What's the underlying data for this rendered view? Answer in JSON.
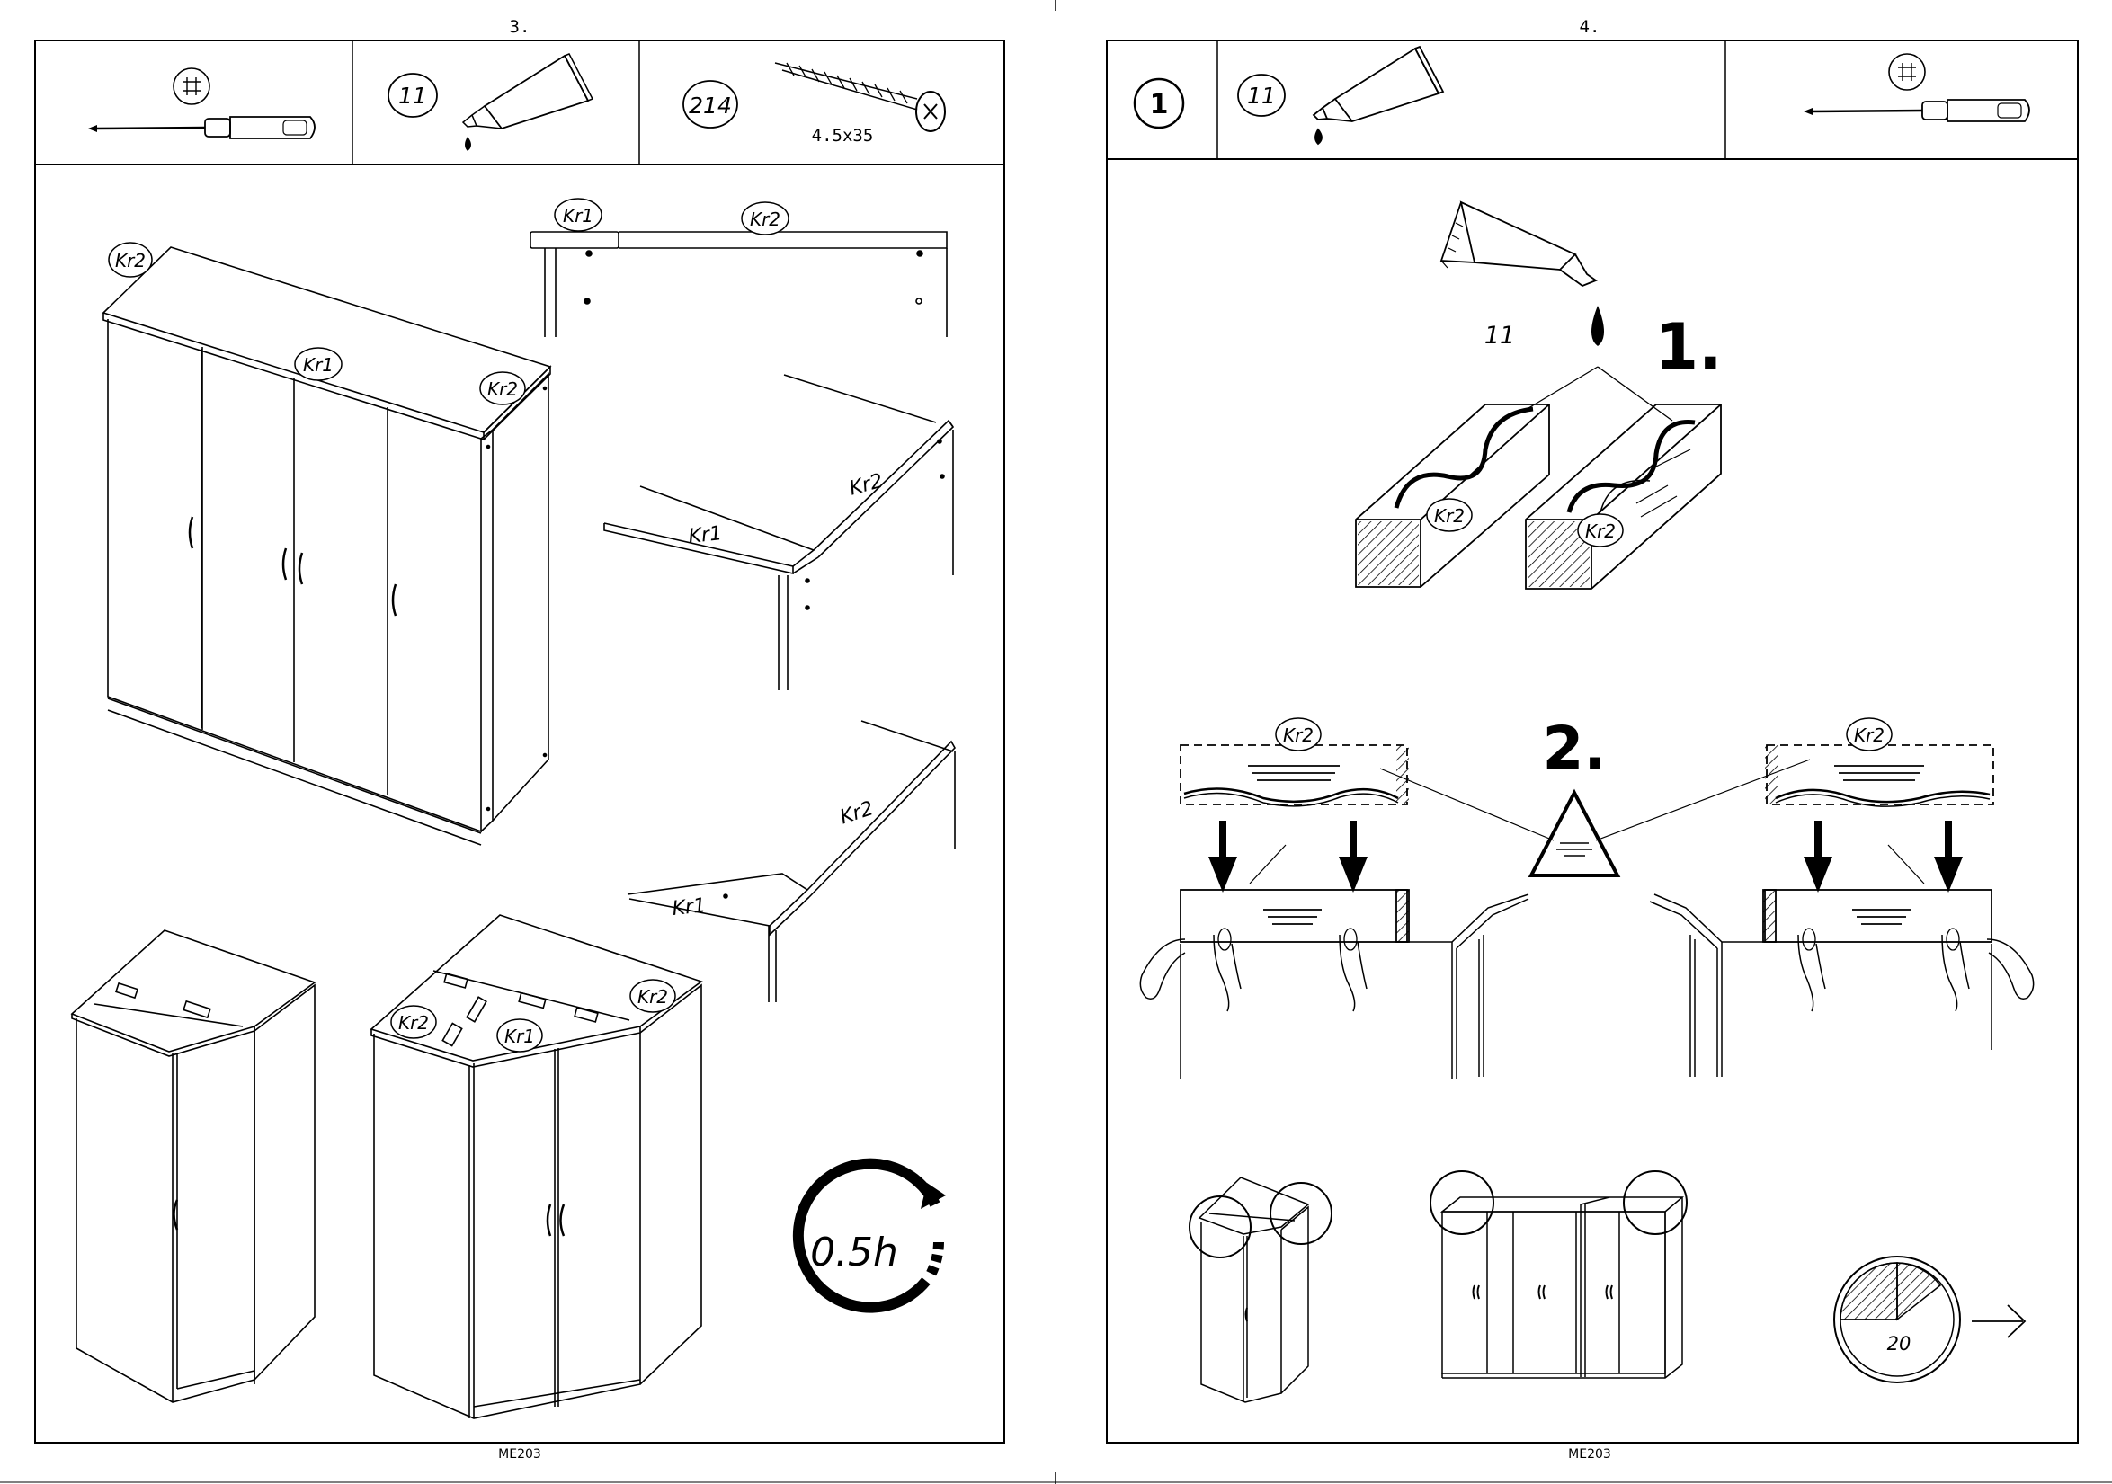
{
  "page_left": {
    "step_number": "3.",
    "header": {
      "part_count": "11",
      "screw_count": "214",
      "screw_size": "4.5x35"
    },
    "part_labels": {
      "kr1": "Kr1",
      "kr2": "Kr2"
    },
    "time": "0.5h",
    "footer_code": "ME203"
  },
  "page_right": {
    "step_number": "4.",
    "header": {
      "quantity_circle": "1",
      "part_count": "11"
    },
    "glue_number": "11",
    "substep_1": "1.",
    "substep_2": "2.",
    "part_labels": {
      "kr2": "Kr2"
    },
    "clock_minutes": "20",
    "footer_code": "ME203"
  }
}
